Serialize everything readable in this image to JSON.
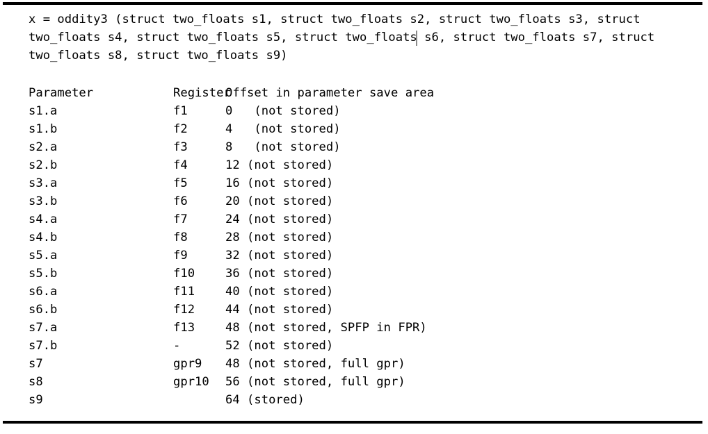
{
  "figure": {
    "kind": "code-listing",
    "background_color": "#ffffff",
    "text_color": "#000000",
    "rule_color": "#000000",
    "caret_color": "#8a8a8a"
  },
  "signature": {
    "line1": "x = oddity3 (struct two_floats s1, struct two_floats s2, struct two_floats s3, struct",
    "line2": "two_floats s4, struct two_floats s5, struct two_floats s6, struct two_floats s7, struct",
    "line3": "two_floats s8, struct two_floats s9)"
  },
  "table": {
    "headers": {
      "parameter": "Parameter",
      "register": "Register",
      "offset": "Offset in parameter save area"
    },
    "rows": [
      {
        "parameter": "s1.a",
        "register": "f1",
        "offset": "0   (not stored)"
      },
      {
        "parameter": "s1.b",
        "register": "f2",
        "offset": "4   (not stored)"
      },
      {
        "parameter": "s2.a",
        "register": "f3",
        "offset": "8   (not stored)"
      },
      {
        "parameter": "s2.b",
        "register": "f4",
        "offset": "12 (not stored)"
      },
      {
        "parameter": "s3.a",
        "register": "f5",
        "offset": "16 (not stored)"
      },
      {
        "parameter": "s3.b",
        "register": "f6",
        "offset": "20 (not stored)"
      },
      {
        "parameter": "s4.a",
        "register": "f7",
        "offset": "24 (not stored)"
      },
      {
        "parameter": "s4.b",
        "register": "f8",
        "offset": "28 (not stored)"
      },
      {
        "parameter": "s5.a",
        "register": "f9",
        "offset": "32 (not stored)"
      },
      {
        "parameter": "s5.b",
        "register": "f10",
        "offset": "36 (not stored)"
      },
      {
        "parameter": "s6.a",
        "register": "f11",
        "offset": "40 (not stored)"
      },
      {
        "parameter": "s6.b",
        "register": "f12",
        "offset": "44 (not stored)"
      },
      {
        "parameter": "s7.a",
        "register": "f13",
        "offset": "48 (not stored, SPFP in FPR)"
      },
      {
        "parameter": "s7.b",
        "register": "-",
        "offset": "52 (not stored)"
      },
      {
        "parameter": "s7",
        "register": "gpr9",
        "offset": "48 (not stored, full gpr)"
      },
      {
        "parameter": "s8",
        "register": "gpr10",
        "offset": "56 (not stored, full gpr)"
      },
      {
        "parameter": "s9",
        "register": "",
        "offset": "64 (stored)"
      }
    ]
  }
}
